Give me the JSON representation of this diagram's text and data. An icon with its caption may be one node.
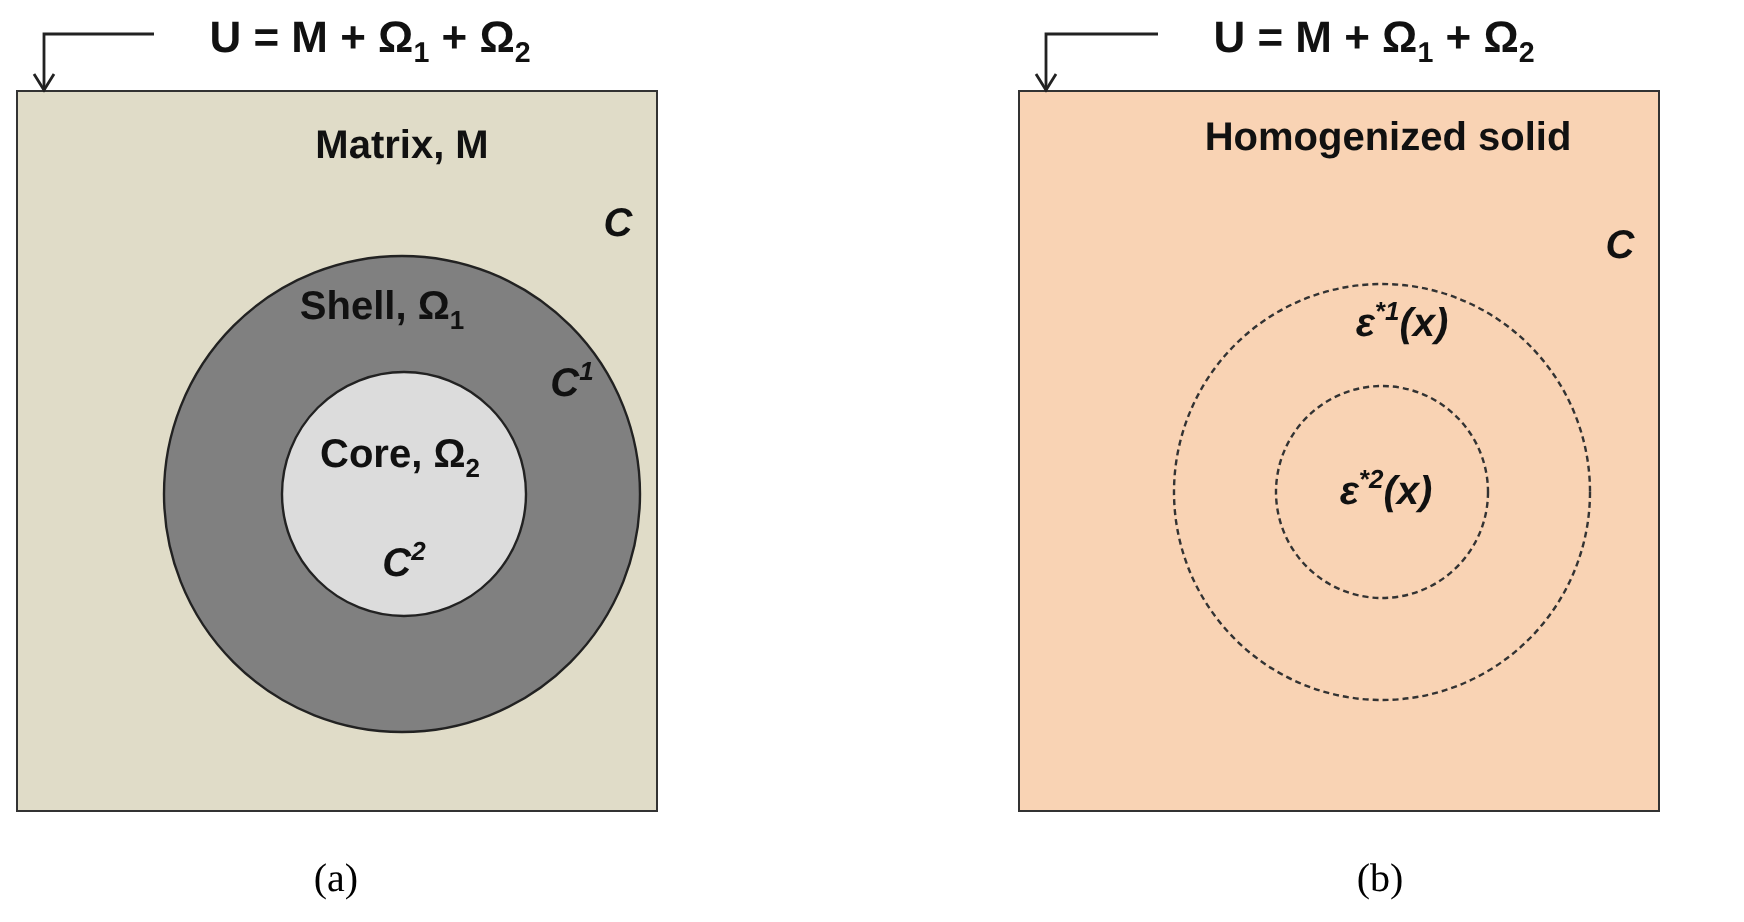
{
  "diagram": {
    "nodes": [
      {
        "text": [
          "U = M + Ω$_{1}$ + Ω$_{2}$"
        ]
      },
      {
        "text": [
          "Matrix, M",
          "C"
        ]
      },
      {
        "text": [
          "Shell, Ω$_{1}$",
          "C$^{1}$"
        ],
        "in": 1
      },
      {
        "text": [
          "Core, Ω$_{2}$",
          "C$^{2}$"
        ],
        "in": 2
      },
      {
        "text": [
          "U = M + Ω$_{1}$ + Ω$_{2}$"
        ]
      },
      {
        "text": [
          "Homogenized solid",
          "C"
        ]
      },
      {
        "text": [
          "ε$^{*1}$(x)"
        ],
        "in": 5
      },
      {
        "text": [
          "ε$^{*2}$(x)"
        ],
        "in": 6
      }
    ],
    "edges": [
      {
        "from": 0,
        "to": 1,
        "arrow": "to"
      },
      {
        "from": 4,
        "to": 5,
        "arrow": "to"
      }
    ],
    "labels": [
      "(a)",
      "(b)"
    ]
  }
}
